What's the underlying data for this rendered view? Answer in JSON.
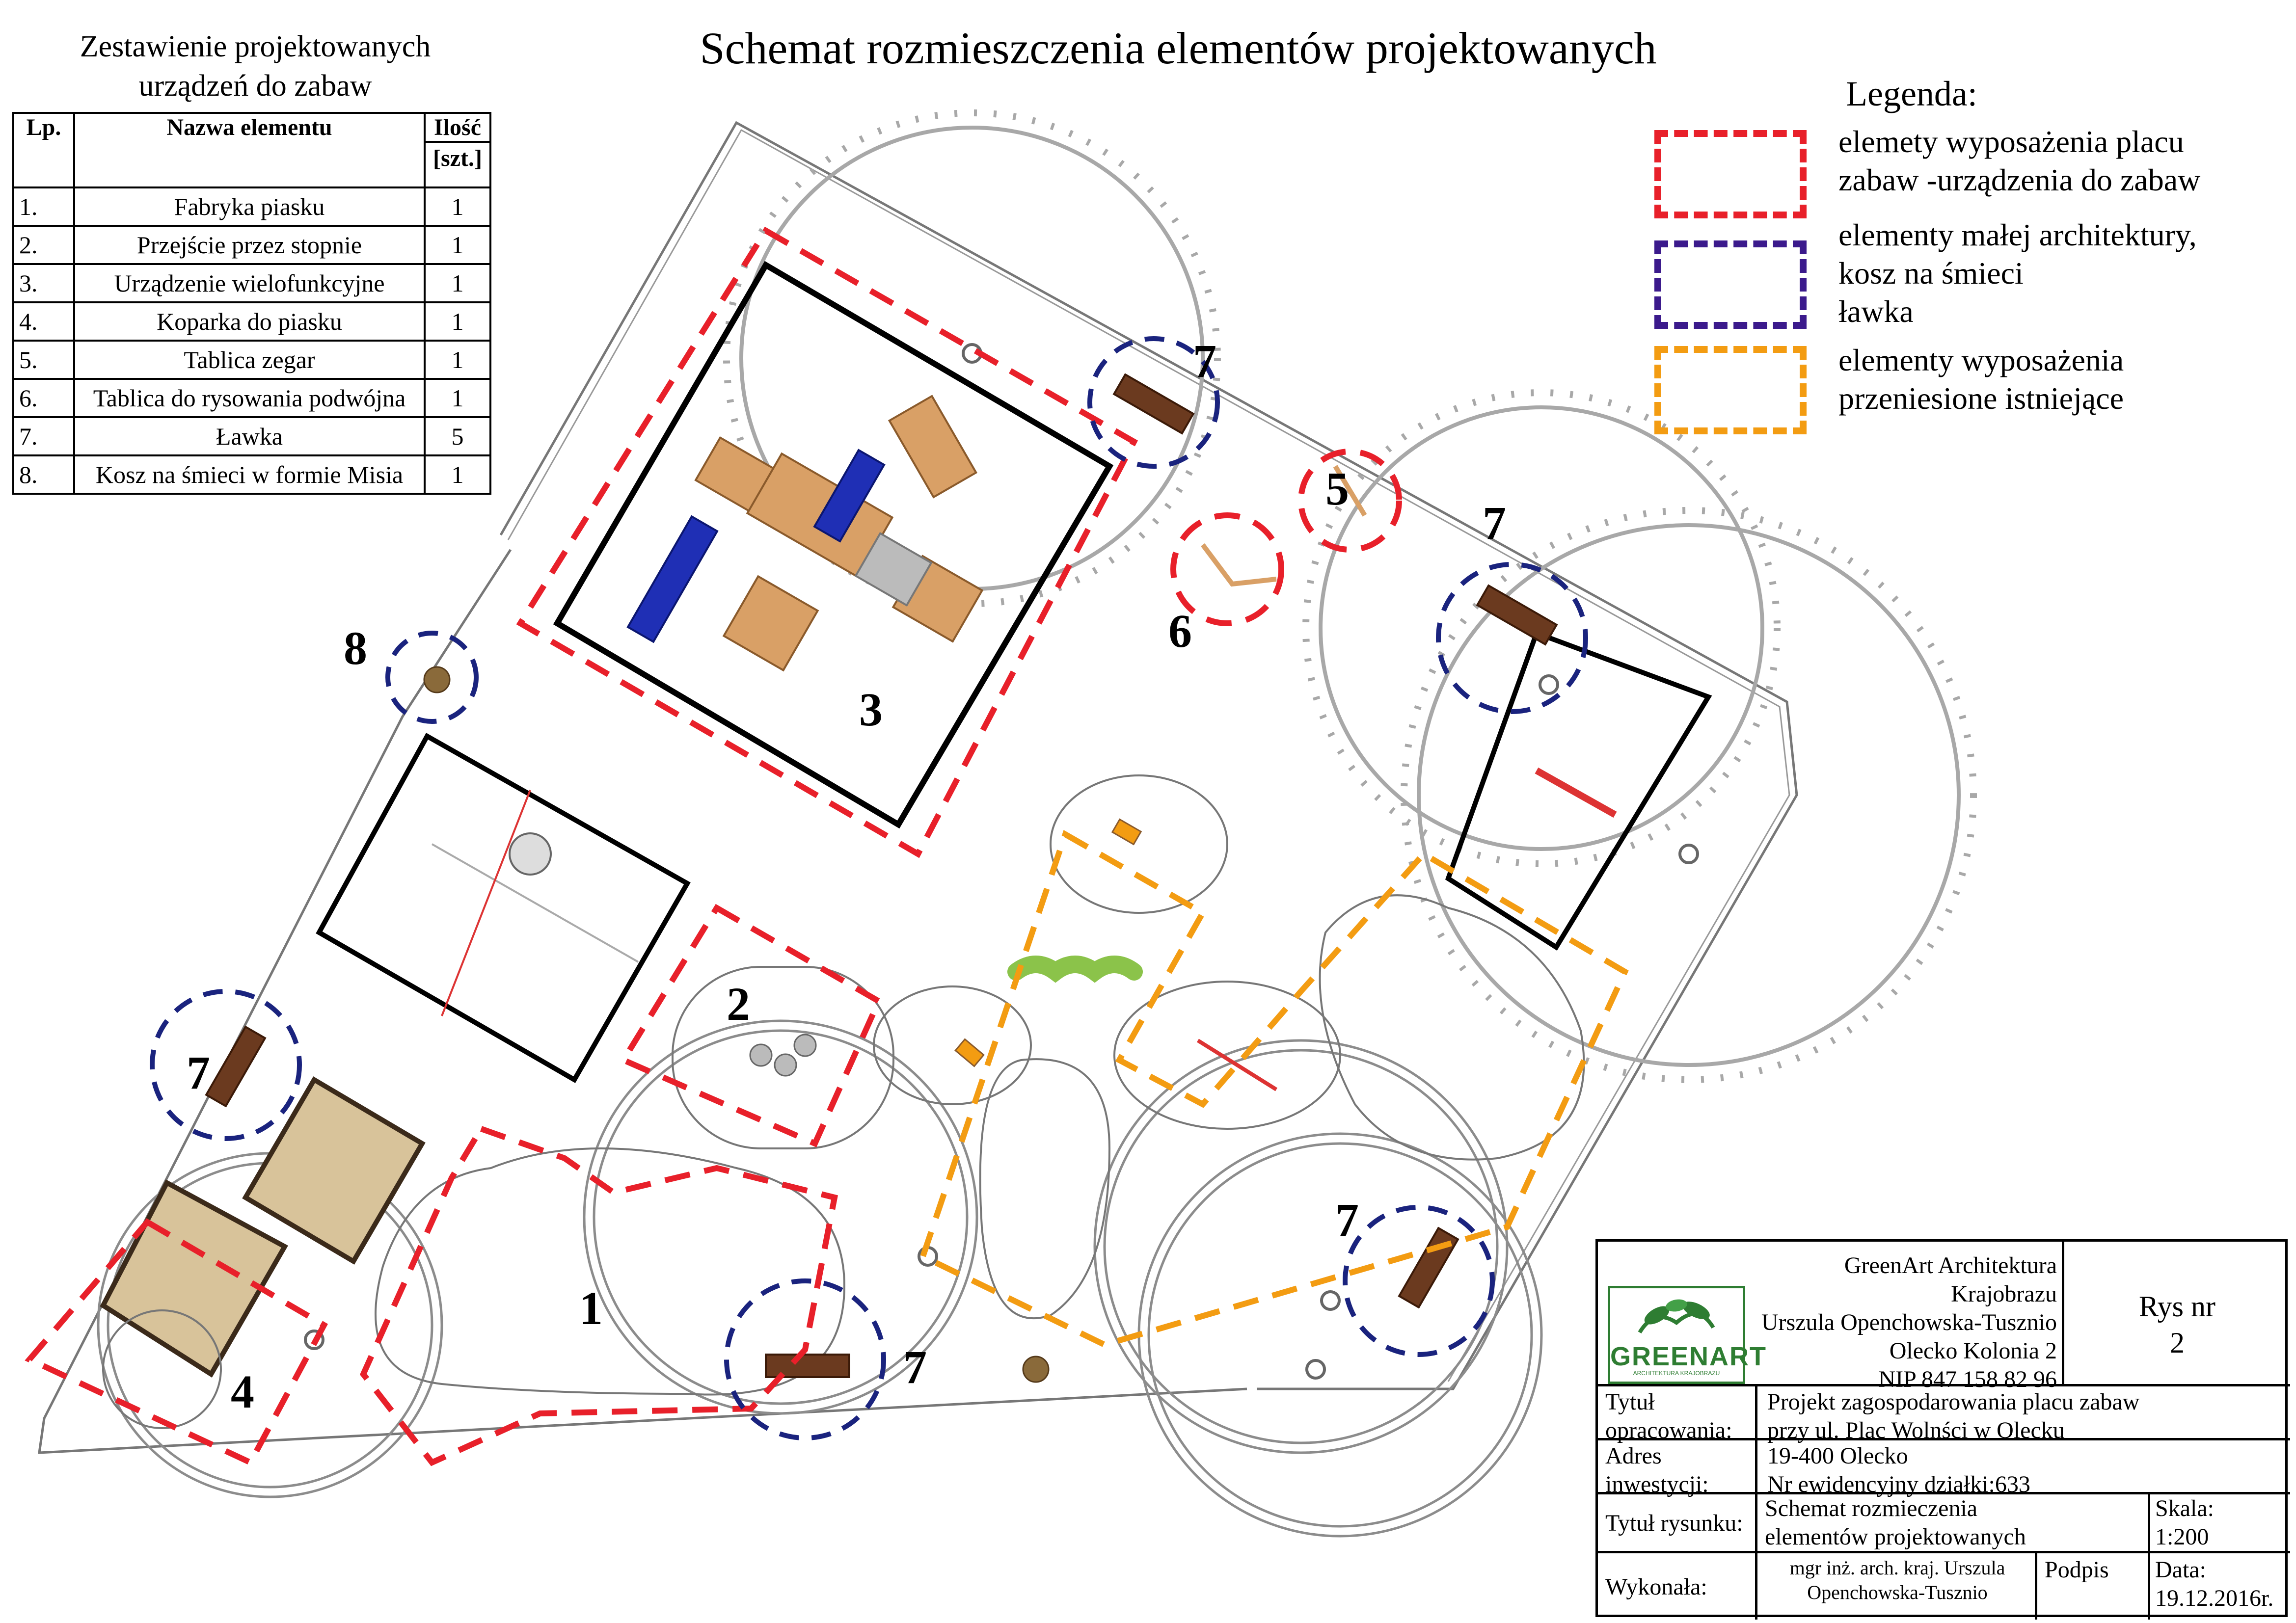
{
  "title": "Schemat rozmieszczenia elementów projektowanych",
  "inventory": {
    "caption_line1": "Zestawienie projektowanych",
    "caption_line2": "urządzeń do zabaw",
    "headers": {
      "lp": "Lp.",
      "name": "Nazwa elementu",
      "qty_line1": "Ilość",
      "qty_line2": "[szt.]"
    },
    "rows": [
      {
        "lp": "1.",
        "name": "Fabryka piasku",
        "qty": "1"
      },
      {
        "lp": "2.",
        "name": "Przejście przez stopnie",
        "qty": "1"
      },
      {
        "lp": "3.",
        "name": "Urządzenie wielofunkcyjne",
        "qty": "1"
      },
      {
        "lp": "4.",
        "name": "Koparka do piasku",
        "qty": "1"
      },
      {
        "lp": "5.",
        "name": "Tablica zegar",
        "qty": "1"
      },
      {
        "lp": "6.",
        "name": "Tablica do rysowania podwójna",
        "qty": "1"
      },
      {
        "lp": "7.",
        "name": "Ławka",
        "qty": "5"
      },
      {
        "lp": "8.",
        "name": "Kosz na śmieci w formie Misia",
        "qty": "1"
      }
    ]
  },
  "legend": {
    "title": "Legenda:",
    "items": [
      {
        "color": "#e8202a",
        "line1": "elemety wyposażenia placu",
        "line2": "zabaw -urządzenia do zabaw",
        "line3": ""
      },
      {
        "color": "#3b1a8c",
        "line1": "elementy małej architektury,",
        "line2": "kosz na śmieci",
        "line3": "ławka"
      },
      {
        "color": "#f39c12",
        "line1": "elementy wyposażenia",
        "line2": "przeniesione istniejące",
        "line3": ""
      }
    ]
  },
  "plan_labels": {
    "n1": "1",
    "n2": "2",
    "n3": "3",
    "n4": "4",
    "n5": "5",
    "n6": "6",
    "n7a": "7",
    "n7b": "7",
    "n7c": "7",
    "n7d": "7",
    "n7e": "7",
    "n8": "8"
  },
  "title_block": {
    "company_line1": "GreenArt Architektura Krajobrazu",
    "company_line2": "Urszula Openchowska-Tusznio",
    "company_line3": "Olecko Kolonia 2",
    "company_line4": "NIP 847 158 82 96",
    "logo_text": "GREENART",
    "logo_sub": "ARCHITEKTURA KRAJOBRAZU",
    "rys_label": "Rys nr",
    "rys_value": "2",
    "tytul_label_1": "Tytuł",
    "tytul_label_2": "opracowania:",
    "tytul_value_1": "Projekt zagospodarowania placu zabaw",
    "tytul_value_2": "przy ul. Plac Wolnści w Olecku",
    "adres_label_1": "Adres",
    "adres_label_2": "inwestycji:",
    "adres_value_1": "19-400 Olecko",
    "adres_value_2": "Nr ewidencyjny działki:633",
    "rysunek_label": "Tytuł rysunku:",
    "rysunek_value_1": "Schemat rozmieczenia",
    "rysunek_value_2": "elementów projektowanych",
    "skala_label": "Skala:",
    "skala_value": "1:200",
    "wykonala_label": "Wykonała:",
    "wykonala_value_1": "mgr inż. arch. kraj. Urszula",
    "wykonala_value_2": "Openchowska-Tusznio",
    "podpis_label": "Podpis",
    "data_label": "Data:",
    "data_value": "19.12.2016r."
  },
  "colors": {
    "red": "#e8202a",
    "navy": "#1a237e",
    "orange": "#f39c12",
    "tree": "#9e9e9e",
    "wood": "#d9a066",
    "slide": "#1f2fb5",
    "sand": "#d8c39a"
  }
}
